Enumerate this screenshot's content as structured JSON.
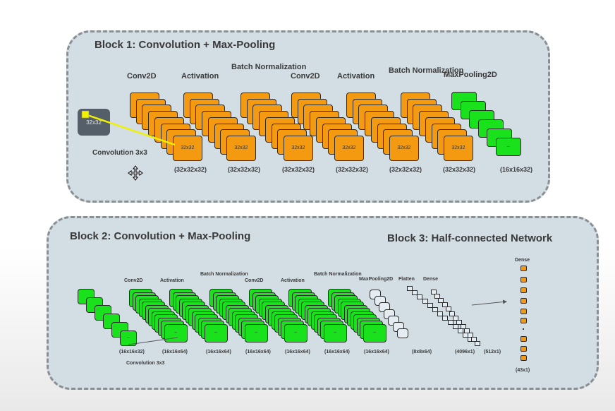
{
  "block1": {
    "title": "Block 1: Convolution + Max-Pooling",
    "input_label": "32x32",
    "conv_label": "Convolution 3x3",
    "card_label": "32x32",
    "stages": [
      {
        "name": "Conv2D",
        "dim": "(32x32x32)",
        "color": "orange"
      },
      {
        "name": "Activation",
        "dim": "(32x32x32)",
        "color": "orange"
      },
      {
        "name": "Batch\nNormalization",
        "dim": "(32x32x32)",
        "color": "orange"
      },
      {
        "name": "Conv2D",
        "dim": "(32x32x32)",
        "color": "orange"
      },
      {
        "name": "Activation",
        "dim": "(32x32x32)",
        "color": "orange"
      },
      {
        "name": "Batch\nNormalization",
        "dim": "(32x32x32)",
        "color": "orange"
      },
      {
        "name": "MaxPooling2D",
        "dim": "(16x16x32)",
        "color": "green"
      }
    ]
  },
  "block2": {
    "title": "Block 2: Convolution + Max-Pooling",
    "input_dim": "(16x16x32)",
    "conv_label": "Convolution 3x3",
    "stages": [
      {
        "name": "Conv2D",
        "dim": "(16x16x64)"
      },
      {
        "name": "Activation",
        "dim": "(16x16x64)"
      },
      {
        "name": "Batch\nNormalization",
        "dim": "(16x16x64)"
      },
      {
        "name": "Conv2D",
        "dim": "(16x16x64)"
      },
      {
        "name": "Activation",
        "dim": "(16x16x64)"
      },
      {
        "name": "Batch\nNormalization",
        "dim": "(16x16x64)"
      },
      {
        "name": "MaxPooling2D",
        "dim": "(16x16x64)"
      }
    ]
  },
  "block3": {
    "title": "Block 3: Half-connected Network",
    "flatten_label": "Flatten",
    "flatten_dim": "(8x8x64)",
    "dense1_label": "Dense",
    "dense1_dim": "(4096x1)",
    "dense2_dim": "(512x1)",
    "dense_out_label": "Dense",
    "dense_out_dim": "(43x1)"
  },
  "colors": {
    "orange": "#f49a11",
    "green": "#19e21d",
    "white": "#e6edf2",
    "panel": "#d2dde4",
    "arrow_yellow": "#f0f000"
  },
  "cursor_icon": "move-cursor-icon"
}
